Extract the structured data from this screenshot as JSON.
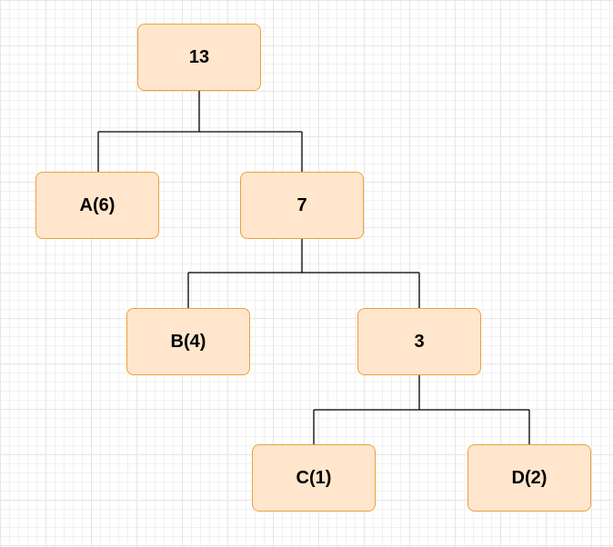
{
  "diagram": {
    "type": "tree",
    "nodes": {
      "root": "13",
      "a": "A(6)",
      "n7": "7",
      "b": "B(4)",
      "n3": "3",
      "c": "C(1)",
      "d": "D(2)"
    },
    "edges": [
      [
        "root",
        "a"
      ],
      [
        "root",
        "n7"
      ],
      [
        "n7",
        "b"
      ],
      [
        "n7",
        "n3"
      ],
      [
        "n3",
        "c"
      ],
      [
        "n3",
        "d"
      ]
    ],
    "colors": {
      "node_fill": "#ffe6cc",
      "node_border": "#e8a33d",
      "connector": "#000000"
    }
  }
}
